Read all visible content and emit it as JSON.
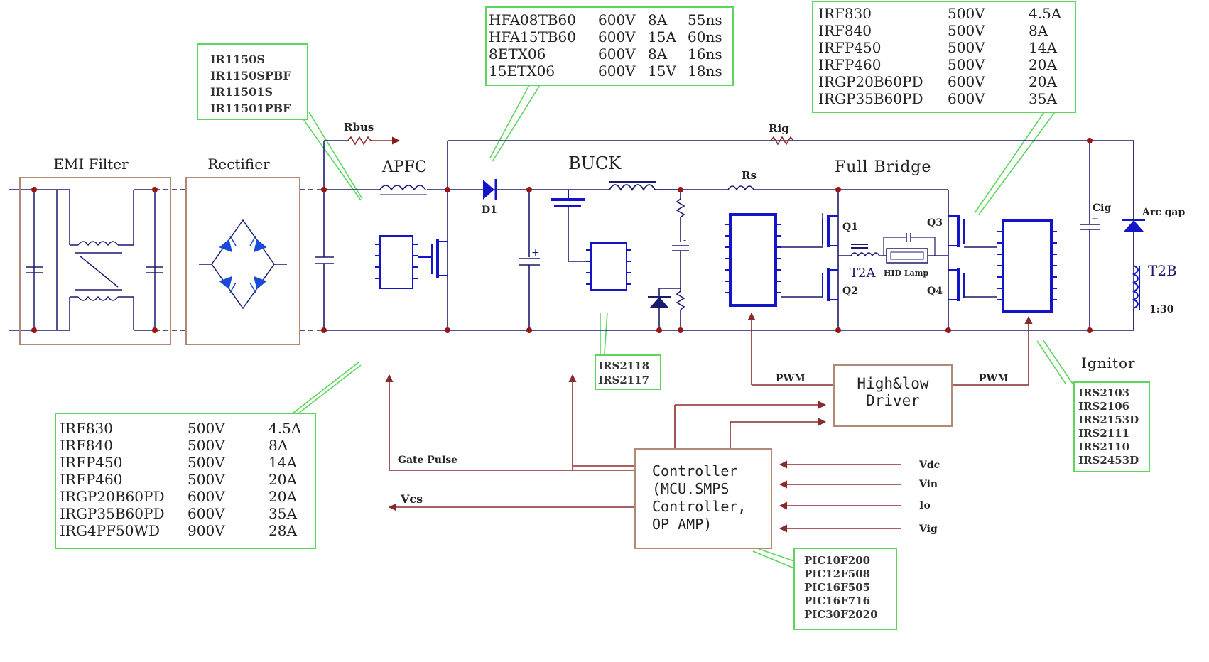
{
  "blocks": {
    "emi_filter": "EMI Filter",
    "rectifier": "Rectifier",
    "apfc": "APFC",
    "buck": "BUCK",
    "full_bridge": "Full Bridge",
    "ignitor": "Ignitor",
    "driver_line1": "High&low",
    "driver_line2": "Driver",
    "controller_lines": [
      "Controller",
      "(MCU.SMPS",
      "Controller,",
      "OP AMP)"
    ]
  },
  "components": {
    "rbus": "Rbus",
    "rig": "Rig",
    "rs": "Rs",
    "d1": "D1",
    "q1": "Q1",
    "q2": "Q2",
    "q3": "Q3",
    "q4": "Q4",
    "t2a": "T2A",
    "hid_lamp": "HID Lamp",
    "cig": "Cig",
    "arc_gap": "Arc gap",
    "t2b": "T2B",
    "ratio": "1:30",
    "plus": "+"
  },
  "signals": {
    "pwm": "PWM",
    "gate_pulse": "Gate Pulse",
    "vcs": "Vcs",
    "vdc": "Vdc",
    "vin": "Vin",
    "io": "Io",
    "vig": "Vig"
  },
  "callouts": {
    "pfc_ic": [
      "IR1150S",
      "IR1150SPBF",
      "IR11501S",
      "IR11501PBF"
    ],
    "diodes": [
      [
        "HFA08TB60",
        "600V",
        "8A",
        "55ns"
      ],
      [
        "HFA15TB60",
        "600V",
        "15A",
        "60ns"
      ],
      [
        "8ETX06",
        "600V",
        "8A",
        "16ns"
      ],
      [
        "15ETX06",
        "600V",
        "15V",
        "18ns"
      ]
    ],
    "bridge_mosfets": [
      [
        "IRF830",
        "500V",
        "4.5A"
      ],
      [
        "IRF840",
        "500V",
        "8A"
      ],
      [
        "IRFP450",
        "500V",
        "14A"
      ],
      [
        "IRFP460",
        "500V",
        "20A"
      ],
      [
        "IRGP20B60PD",
        "600V",
        "20A"
      ],
      [
        "IRGP35B60PD",
        "600V",
        "35A"
      ]
    ],
    "buck_driver": [
      "IRS2118",
      "IRS2117"
    ],
    "ignitor_drivers": [
      "IRS2103",
      "IRS2106",
      "IRS2153D",
      "IRS2111",
      "IRS2110",
      "IRS2453D"
    ],
    "apfc_mosfets": [
      [
        "IRF830",
        "500V",
        "4.5A"
      ],
      [
        "IRF840",
        "500V",
        "8A"
      ],
      [
        "IRFP450",
        "500V",
        "14A"
      ],
      [
        "IRFP460",
        "500V",
        "20A"
      ],
      [
        "IRGP20B60PD",
        "600V",
        "20A"
      ],
      [
        "IRGP35B60PD",
        "600V",
        "35A"
      ],
      [
        "IRG4PF50WD",
        "900V",
        "28A"
      ]
    ],
    "mcu": [
      "PIC10F200",
      "PIC12F508",
      "PIC16F505",
      "PIC16F716",
      "PIC30F2020"
    ]
  },
  "colors": {
    "wire": "#1a1a6e",
    "ic": "#1515c8",
    "callout": "#5cd65c",
    "block": "#b08a78",
    "signal": "#8a2a2a",
    "dot": "#9a1515"
  }
}
